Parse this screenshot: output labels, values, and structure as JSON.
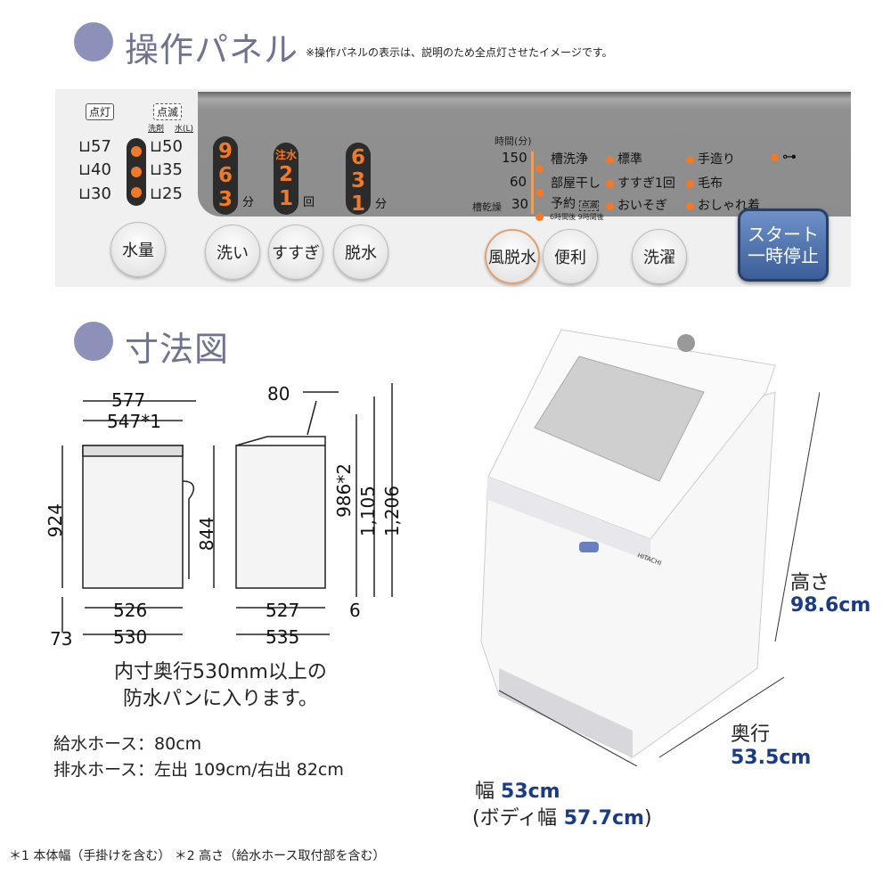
{
  "panel_section": {
    "title": "操作パネル",
    "note": "※操作パネルの表示は、説明のため全点灯させたイメージです。"
  },
  "panel": {
    "lit_label": "点灯",
    "blink_label": "点滅",
    "detergent_label": "洗剤",
    "water_label": "水(L)",
    "water_left": [
      "57",
      "40",
      "30"
    ],
    "water_right": [
      "50",
      "35",
      "25"
    ],
    "wash": {
      "values": [
        "9",
        "6",
        "3"
      ],
      "unit": "分"
    },
    "rinse": {
      "values": [
        "注水",
        "2",
        "1"
      ],
      "unit": "回"
    },
    "spin": {
      "values": [
        "6",
        "3",
        "1"
      ],
      "unit": "分"
    },
    "time_label": "時間(分)",
    "time_values": [
      "150",
      "60",
      "30"
    ],
    "tank_dry_label": "槽乾燥",
    "col1": [
      "槽洗浄",
      "部屋干し",
      "予約"
    ],
    "reserve_blink": "点滅",
    "reserve_sub": "6時間後 9時間後",
    "col2": [
      "標準",
      "すすぎ1回",
      "おいそぎ"
    ],
    "col3": [
      "手造り",
      "毛布",
      "おしゃれ着"
    ],
    "lock_icon": "key-icon",
    "buttons": {
      "water": "水量",
      "wash": "洗い",
      "rinse": "すすぎ",
      "spin": "脱水",
      "air_dry": "風脱水",
      "convenient": "便利",
      "laundry": "洗濯",
      "start_line1": "スタート",
      "start_line2": "一時停止"
    },
    "colors": {
      "indicator": "#f07a2a",
      "start": "#4a6fa8",
      "accent_ring": "#e0a070"
    }
  },
  "dim_section": {
    "title": "寸法図"
  },
  "dims": {
    "front": {
      "w577": "577",
      "w547": "547",
      "note1": "*1",
      "h924": "924",
      "w526": "526",
      "w530": "530",
      "h73": "73"
    },
    "side": {
      "d80": "80",
      "h844": "844",
      "h986": "986",
      "note2": "*2",
      "h1105": "1,105",
      "h1206": "1,206",
      "d527": "527",
      "d6": "6",
      "d535": "535"
    }
  },
  "pan_note": [
    "内寸奥行530mm以上の",
    "防水パンに入ります。"
  ],
  "hoses": [
    "給水ホース：80cm",
    "排水ホース：左出 109cm/右出 82cm"
  ],
  "product_dims": {
    "height_label": "高さ",
    "height": "98.6cm",
    "depth_label": "奥行",
    "depth": "53.5cm",
    "width_label": "幅",
    "width": "53cm",
    "body_open": "(ボディ幅",
    "body_width": "57.7cm",
    "body_close": ")"
  },
  "machine_brand": "HITACHI",
  "footnote": "＊1 本体幅（手掛けを含む） ＊2 高さ（給水ホース取付部を含む）"
}
